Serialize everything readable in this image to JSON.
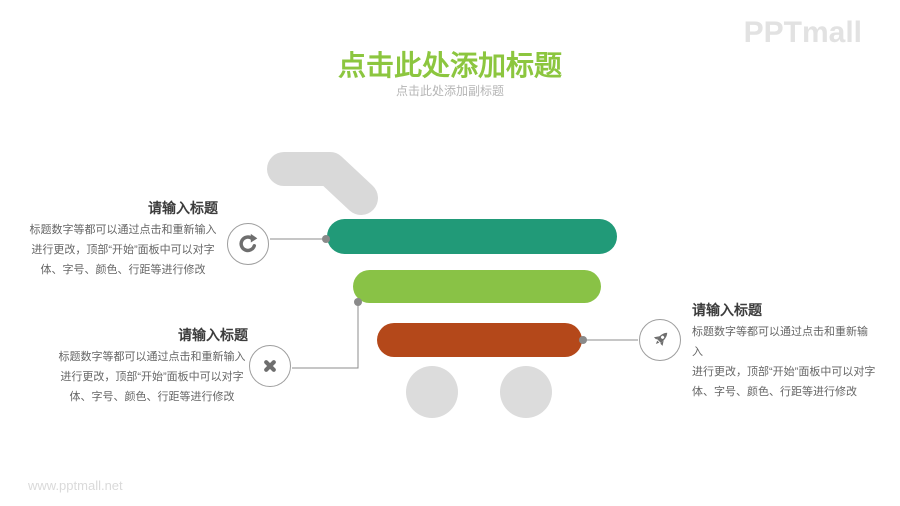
{
  "logo": "PPTmall",
  "title": {
    "text": "点击此处添加标题",
    "color": "#8cc63f"
  },
  "subtitle": "点击此处添加副标题",
  "blocks": [
    {
      "heading": "请输入标题",
      "body": "标题数字等都可以通过点击和重新输入\n进行更改，顶部“开始”面板中可以对字\n体、字号、颜色、行距等进行修改",
      "icon": "rotate-icon"
    },
    {
      "heading": "请输入标题",
      "body": "标题数字等都可以通过点击和重新输入\n进行更改，顶部“开始”面板中可以对字\n体、字号、颜色、行距等进行修改",
      "icon": "close-icon"
    },
    {
      "heading": "请输入标题",
      "body": "标题数字等都可以通过点击和重新输入\n进行更改，顶部“开始”面板中可以对字\n体、字号、颜色、行距等进行修改",
      "icon": "rocket-icon"
    }
  ],
  "cart": {
    "handle_color": "#d9d9d9",
    "wheel_color": "#dcdcdc",
    "bar_colors": [
      "#219a78",
      "#89c246",
      "#b4481a"
    ]
  },
  "icon_color": "#6e6e6e",
  "watermark": "www.pptmall.net"
}
